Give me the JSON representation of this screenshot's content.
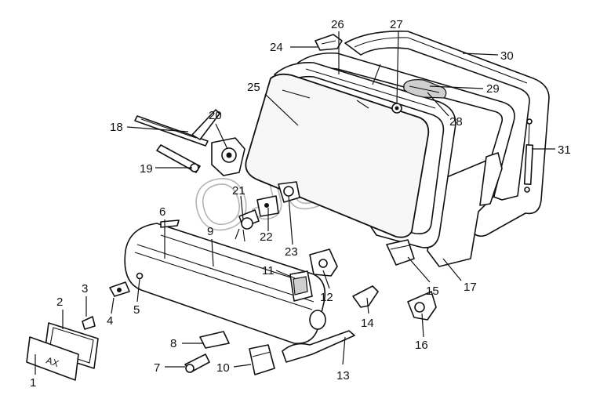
{
  "diagram": {
    "watermark": "OJSOf",
    "plate_text": "AX",
    "callouts": [
      "1",
      "2",
      "3",
      "4",
      "5",
      "6",
      "7",
      "8",
      "9",
      "10",
      "11",
      "12",
      "13",
      "14",
      "15",
      "16",
      "17",
      "18",
      "19",
      "20",
      "21",
      "22",
      "23",
      "24",
      "25",
      "26",
      "27",
      "28",
      "29",
      "30",
      "31"
    ]
  }
}
